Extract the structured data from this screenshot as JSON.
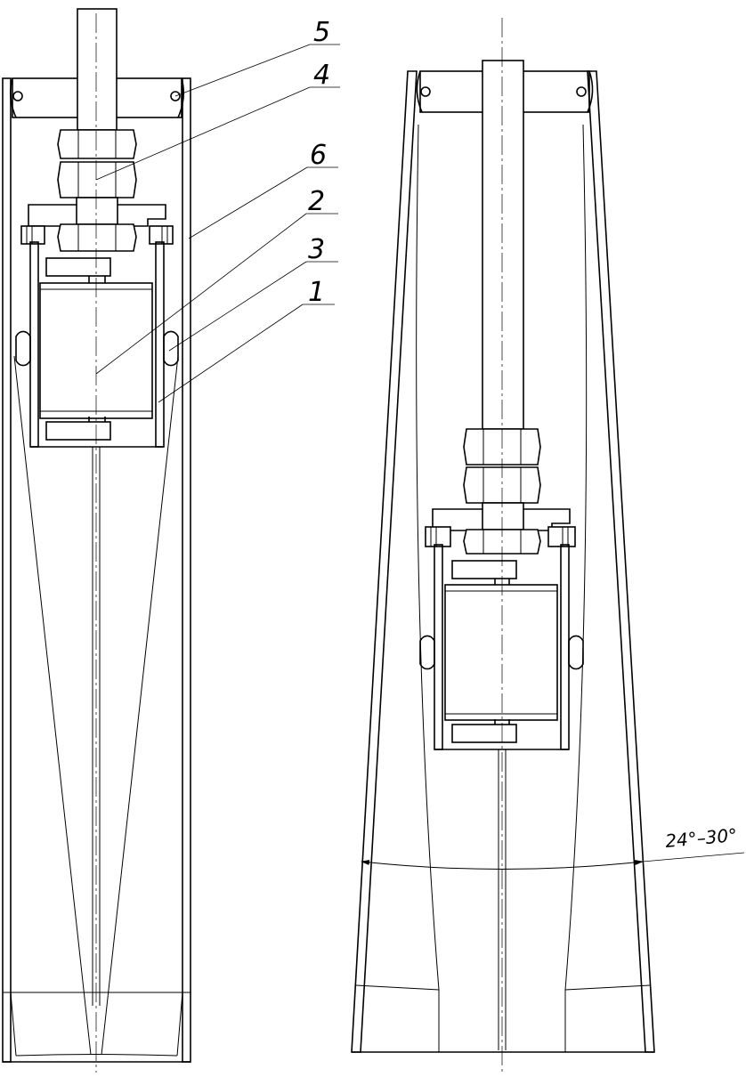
{
  "drawing": {
    "callouts": [
      {
        "num": "5",
        "part": "hinge-pin"
      },
      {
        "num": "4",
        "part": "nut"
      },
      {
        "num": "6",
        "part": "outer-tube"
      },
      {
        "num": "2",
        "part": "motor"
      },
      {
        "num": "3",
        "part": "ring"
      },
      {
        "num": "1",
        "part": "housing"
      }
    ],
    "angle_label": "24°–30°"
  }
}
